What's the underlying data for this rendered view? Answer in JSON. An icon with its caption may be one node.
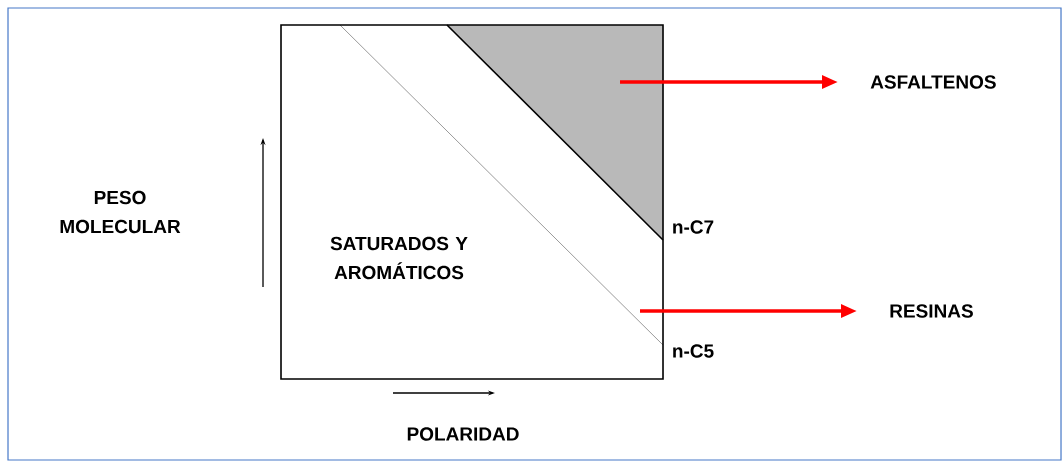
{
  "diagram": {
    "nodes": [
      {
        "text": [
          "ASFALTENOS"
        ]
      },
      {
        "text": [
          "RESINAS"
        ]
      }
    ],
    "edges": [
      {
        "from": null,
        "to": 0,
        "arrow": "to"
      },
      {
        "from": null,
        "to": 1,
        "arrow": "to"
      }
    ],
    "labels": [
      "PESO MOLECULAR",
      "SATURADOS Y AROMÁTICOS",
      "n-C7",
      "n-C5",
      "POLARIDAD"
    ]
  }
}
